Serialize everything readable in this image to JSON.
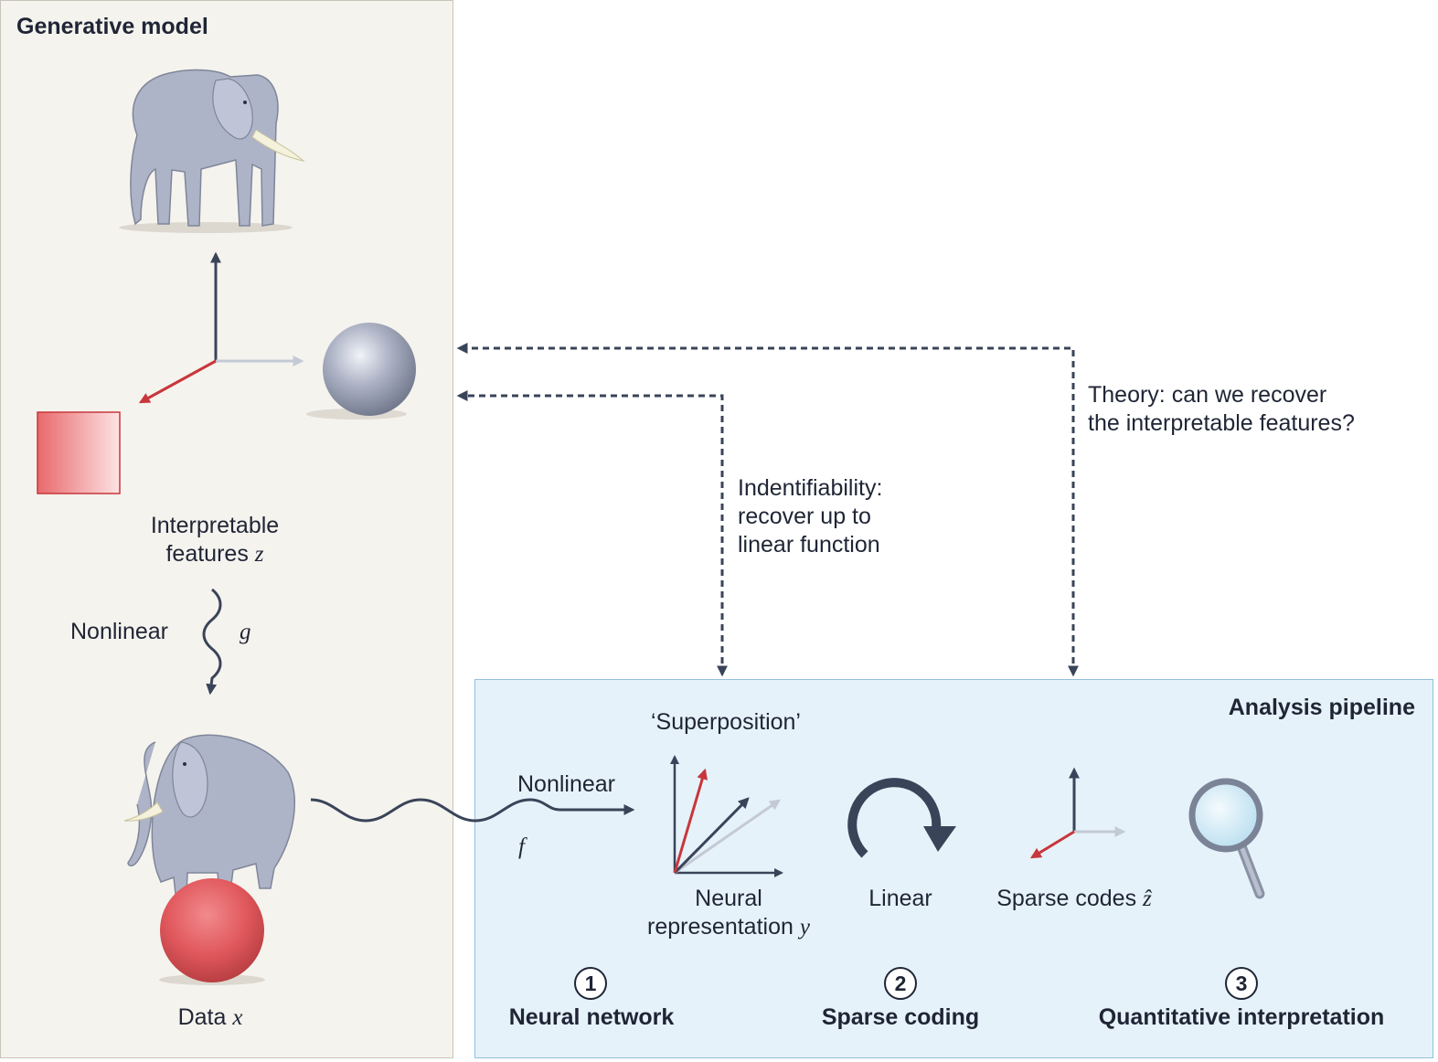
{
  "generative_model": {
    "title": "Generative model",
    "features_label": "Interpretable",
    "features_label_2": "features",
    "features_var": "z",
    "transform_label": "Nonlinear",
    "transform_var": "g",
    "data_label": "Data",
    "data_var": "x"
  },
  "links": {
    "identifiability": [
      "Indentifiability:",
      "recover up to",
      "linear function"
    ],
    "theory": [
      "Theory: can we recover",
      "the interpretable features?"
    ]
  },
  "analysis_pipeline": {
    "title": "Analysis pipeline",
    "nonlinear_label": "Nonlinear",
    "nonlinear_var": "f",
    "superposition_label": "‘Superposition’",
    "neural_rep_label_1": "Neural",
    "neural_rep_label_2": "representation",
    "neural_rep_var": "y",
    "linear_label": "Linear",
    "sparse_codes_label": "Sparse codes",
    "sparse_codes_var": "ẑ",
    "steps": [
      {
        "number": "1",
        "label": "Neural network"
      },
      {
        "number": "2",
        "label": "Sparse coding"
      },
      {
        "number": "3",
        "label": "Quantitative interpretation"
      }
    ]
  },
  "colors": {
    "dark": "#3a4459",
    "red": "#c8363b",
    "light_axis": "#c4c9d6",
    "elephant": "#aeb4c8",
    "ball": "#e0585c"
  },
  "icons": [
    "elephant-standing-icon",
    "grey-sphere-icon",
    "red-square-icon",
    "elephant-on-ball-icon",
    "rotation-arrow-icon",
    "magnifying-glass-icon"
  ]
}
